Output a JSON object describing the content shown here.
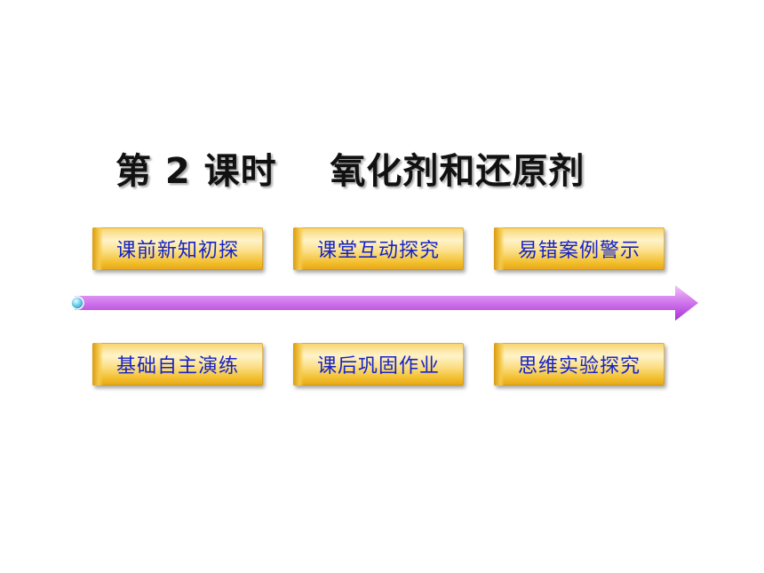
{
  "slide": {
    "title": "第 2 课时    氧化剂和还原剂"
  },
  "nav": {
    "top": [
      {
        "label": "课前新知初探"
      },
      {
        "label": "课堂互动探究"
      },
      {
        "label": "易错案例警示"
      }
    ],
    "bottom": [
      {
        "label": "基础自主演练"
      },
      {
        "label": "课后巩固作业"
      },
      {
        "label": "思维实验探究"
      }
    ]
  },
  "colors": {
    "button_text": "#1523c8",
    "button_gold": "#f3bf2f",
    "arrow_purple": "#b53ee6",
    "title_text": "#111111"
  }
}
